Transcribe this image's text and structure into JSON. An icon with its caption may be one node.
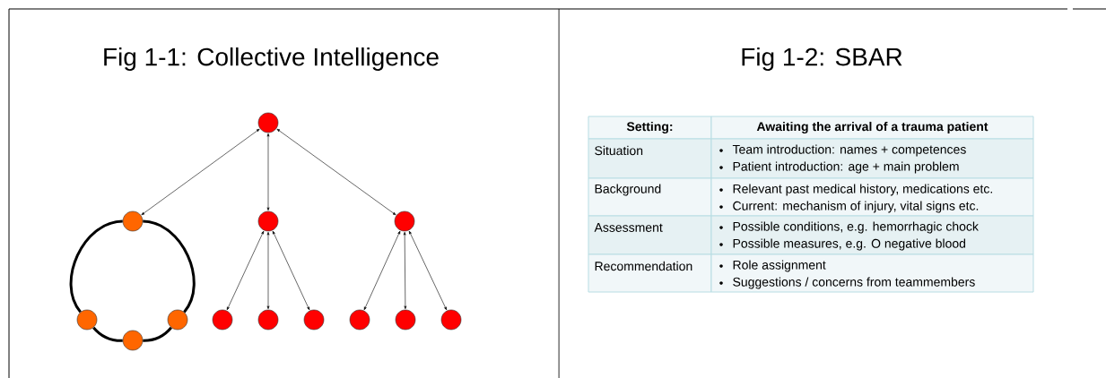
{
  "diagram": {
    "nodes": [
      {
        "text": [],
        "shape": "circle"
      },
      {
        "text": [],
        "shape": "circle"
      },
      {
        "text": [],
        "shape": "circle"
      },
      {
        "text": [],
        "shape": "circle"
      },
      {
        "text": [],
        "shape": "circle"
      },
      {
        "text": [],
        "shape": "circle"
      },
      {
        "text": [],
        "shape": "circle"
      },
      {
        "text": [],
        "shape": "circle"
      },
      {
        "text": [],
        "shape": "circle"
      },
      {
        "text": [],
        "shape": "circle"
      },
      {
        "text": [],
        "shape": "circle"
      },
      {
        "text": [],
        "shape": "circle"
      },
      {
        "text": [],
        "shape": "circle"
      }
    ],
    "edges": [
      {
        "from": 0,
        "to": 1,
        "arrow": "both"
      },
      {
        "from": 0,
        "to": 2,
        "arrow": "both"
      },
      {
        "from": 0,
        "to": 3,
        "arrow": "both"
      },
      {
        "from": 1,
        "to": 4,
        "arrow": "none",
        "style": "thick"
      },
      {
        "from": 4,
        "to": 12,
        "arrow": "none",
        "style": "thick"
      },
      {
        "from": 12,
        "to": 5,
        "arrow": "none",
        "style": "thick"
      },
      {
        "from": 5,
        "to": 1,
        "arrow": "none",
        "style": "thick"
      },
      {
        "from": 2,
        "to": 6,
        "arrow": "both"
      },
      {
        "from": 2,
        "to": 7,
        "arrow": "both"
      },
      {
        "from": 2,
        "to": 8,
        "arrow": "both"
      },
      {
        "from": 3,
        "to": 9,
        "arrow": "both"
      },
      {
        "from": 3,
        "to": 10,
        "arrow": "both"
      },
      {
        "from": 3,
        "to": 11,
        "arrow": "both"
      }
    ],
    "labels": [
      "Fig 1-1: Collective Intelligence",
      "Fig 1-2: SBAR",
      "Setting:",
      "Awaiting the arrival of a trauma patient",
      "Situation",
      "Team introduction: names + competences",
      "Patient introduction: age + main problem",
      "Background",
      "Relevant past medical history, medications etc.",
      "Current: mechanism of injury, vital signs etc.",
      "Assessment",
      "Possible conditions, e.g. hemorrhagic chock",
      "Possible measures, e.g. O negative blood",
      "Recommendation",
      "Role assignment",
      "Suggestions / concerns from teammembers"
    ]
  }
}
